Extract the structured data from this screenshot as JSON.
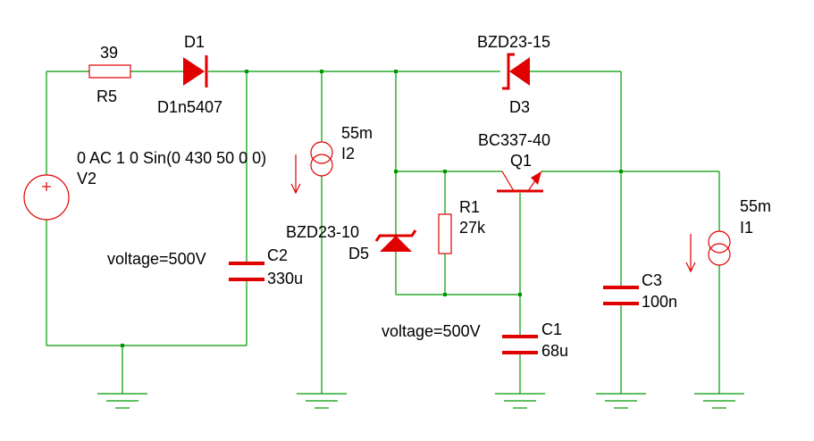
{
  "colors": {
    "wire": "#009900",
    "component": "#e00000",
    "ground": "#009900",
    "text": "#000000",
    "background": "#ffffff"
  },
  "components": {
    "R5": {
      "value": "39",
      "name": "R5"
    },
    "D1": {
      "name": "D1",
      "model": "D1n5407"
    },
    "D3": {
      "model": "BZD23-15",
      "name": "D3"
    },
    "V2": {
      "spec": "0 AC 1 0 Sin(0 430 50 0 0)",
      "name": "V2"
    },
    "I2": {
      "value": "55m",
      "name": "I2"
    },
    "Q1": {
      "model": "BC337-40",
      "name": "Q1"
    },
    "R1": {
      "name": "R1",
      "value": "27k"
    },
    "D5": {
      "model": "BZD23-10",
      "name": "D5"
    },
    "C2": {
      "voltage": "voltage=500V",
      "name": "C2",
      "value": "330u"
    },
    "C1": {
      "voltage": "voltage=500V",
      "name": "C1",
      "value": "68u"
    },
    "C3": {
      "name": "C3",
      "value": "100n"
    },
    "I1": {
      "value": "55m",
      "name": "I1"
    }
  }
}
